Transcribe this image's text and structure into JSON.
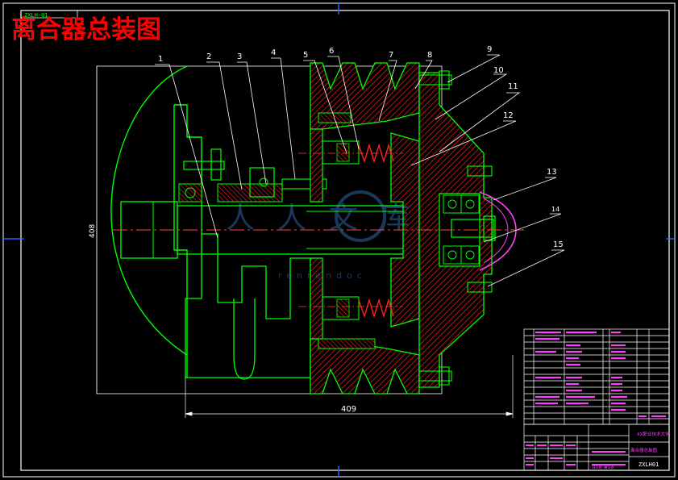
{
  "title": "离合器总装图",
  "top_stamp": "ZXLH-01",
  "part_numbers": [
    "1",
    "2",
    "3",
    "4",
    "5",
    "6",
    "7",
    "8",
    "9",
    "10",
    "11",
    "12",
    "13",
    "14",
    "15"
  ],
  "dimensions": {
    "height": "408",
    "width": "409"
  },
  "watermark": {
    "logo": "人人文库",
    "url": "renrendoc"
  },
  "title_block": {
    "school": "XX职业技术大学",
    "drawing_name": "离合器总装图",
    "drawing_code": "ZXLH01",
    "sheet": "共1张 第1张"
  },
  "colors": {
    "background": "#000000",
    "frame": "#ffffff",
    "outline": "#00ff00",
    "section": "#ff2020",
    "centerline": "#ff4040",
    "hidden": "#00c8c8",
    "leader": "#ffffff",
    "table_text": "#ff40ff",
    "dimension": "#ffffff",
    "title": "#ff0000"
  }
}
